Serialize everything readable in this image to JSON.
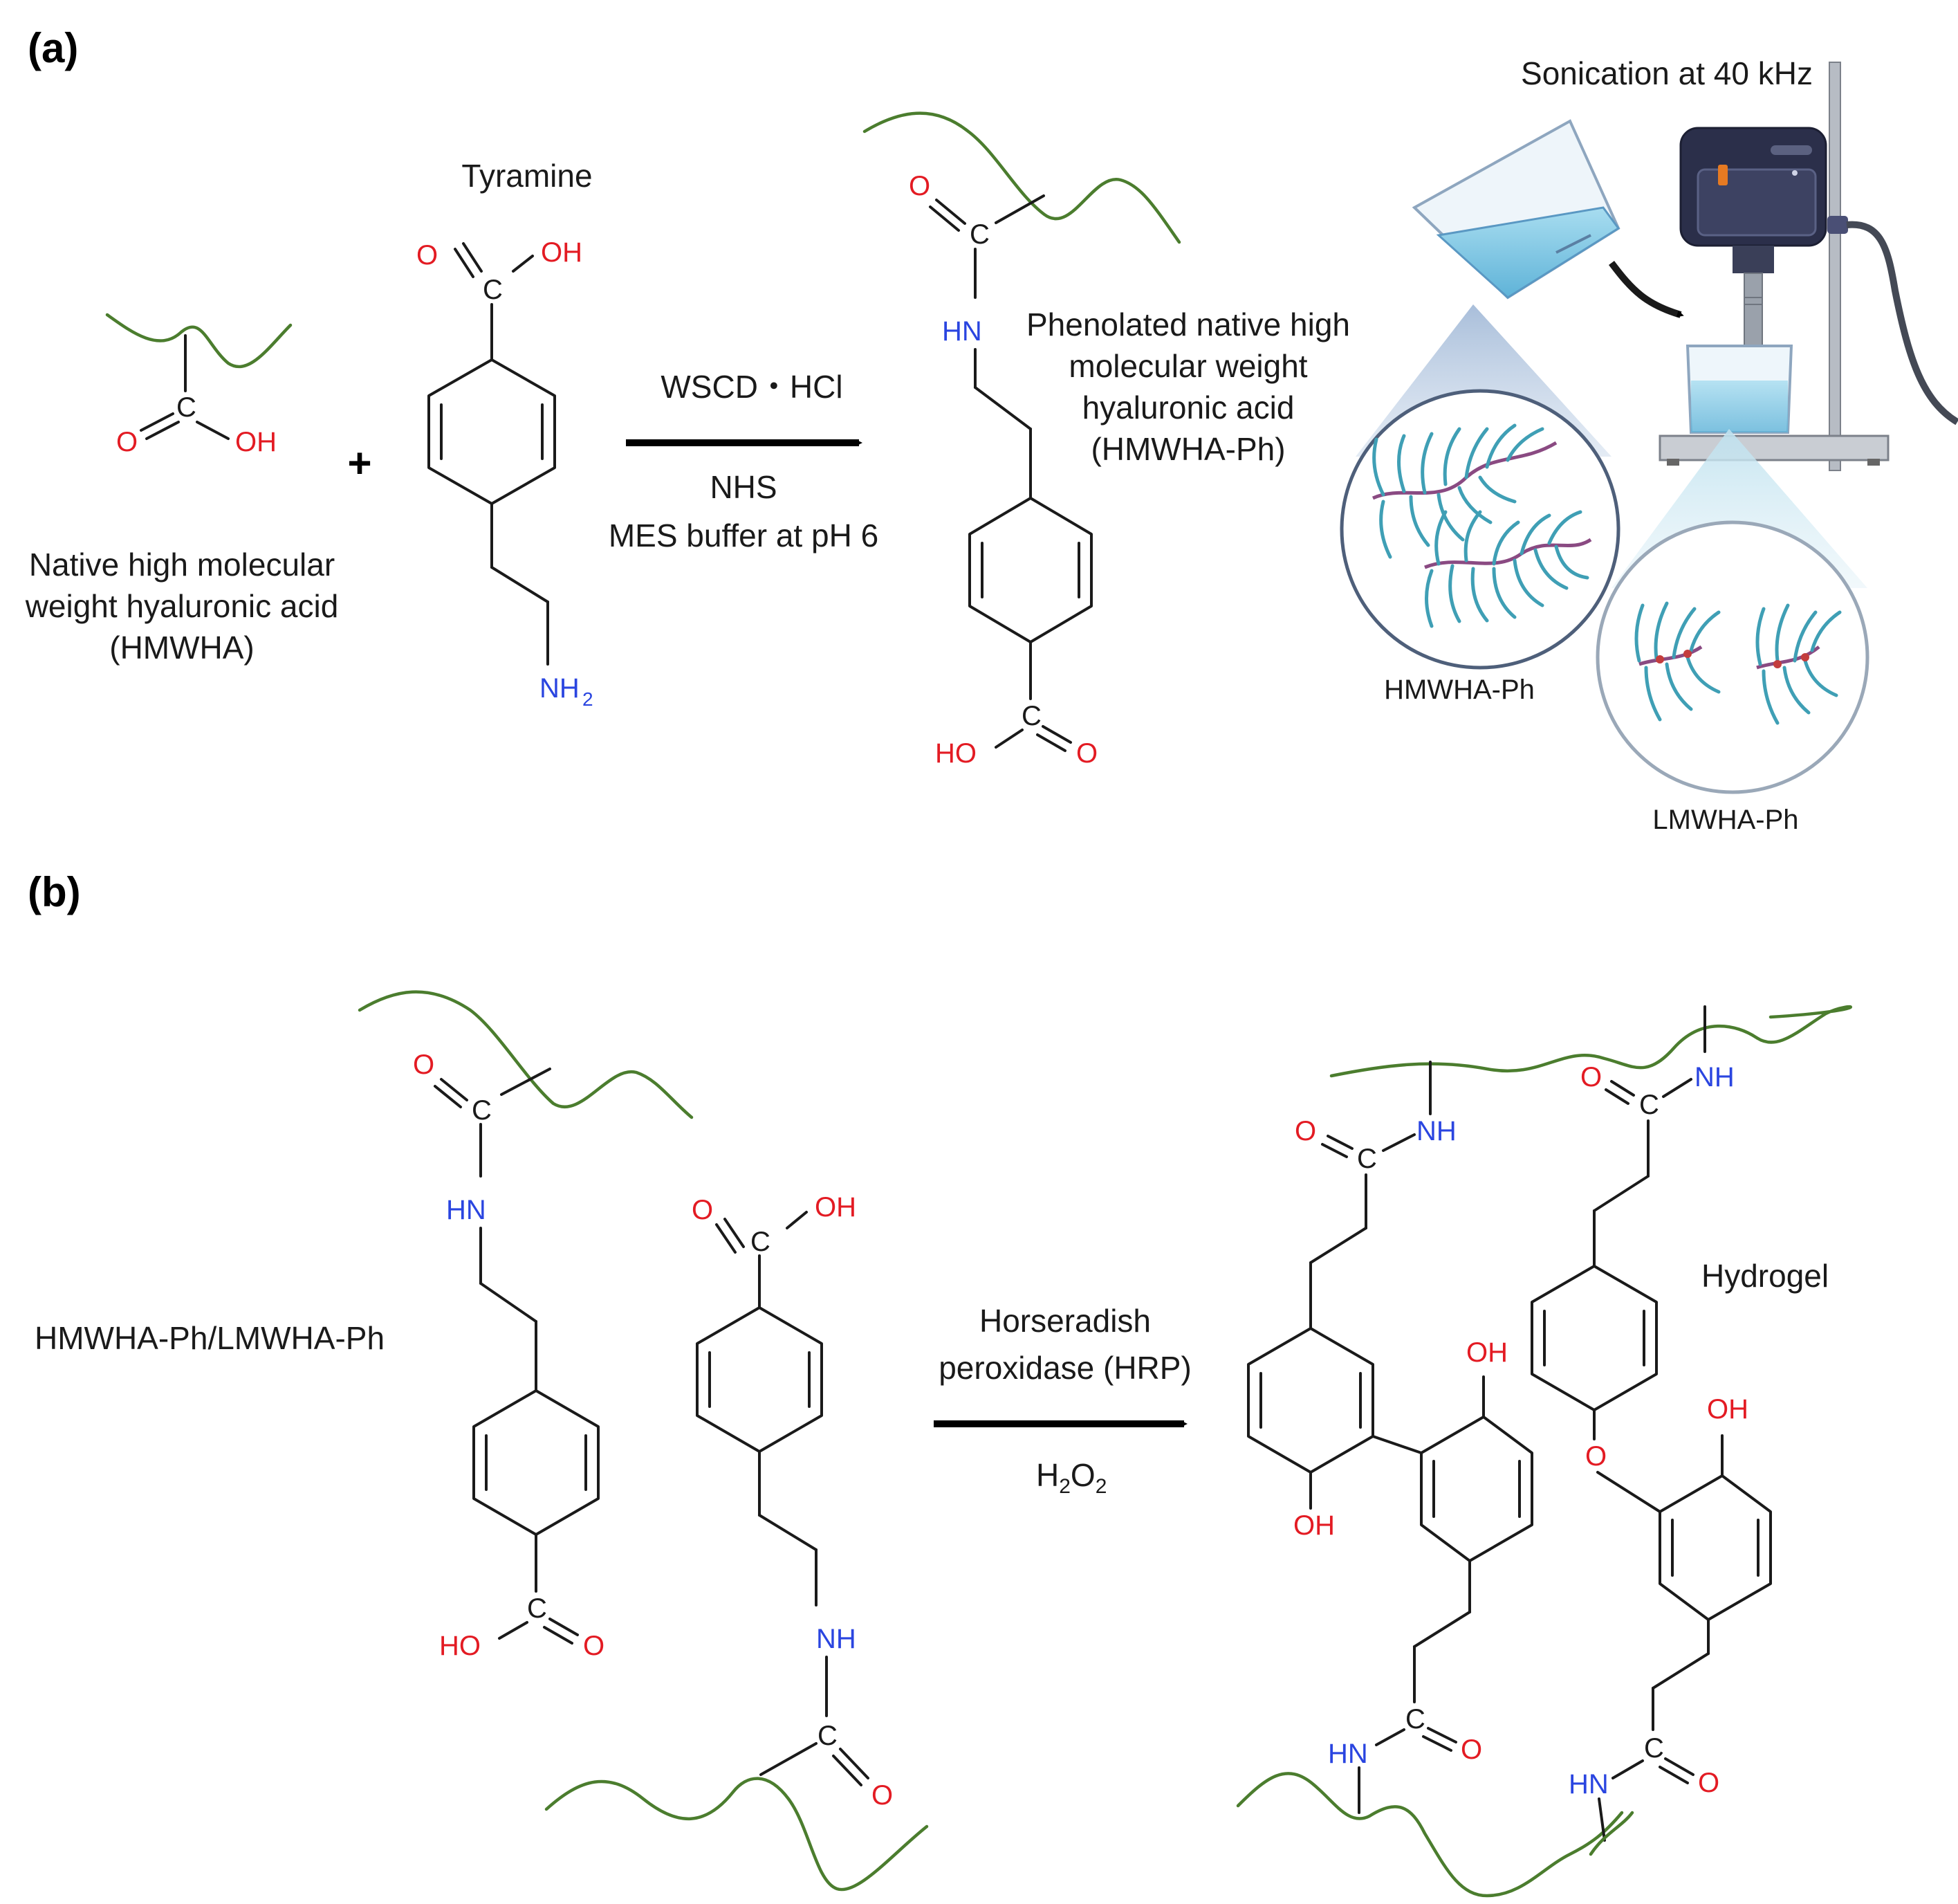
{
  "panels": {
    "a": "(a)",
    "b": "(b)"
  },
  "reaction_a": {
    "hmwha_label": [
      "Native high molecular",
      "weight hyaluronic acid",
      "(HMWHA)"
    ],
    "plus": "+",
    "tyramine_label": "Tyramine",
    "reagent_top": "WSCD・HCl",
    "reagent_bottom": [
      "NHS",
      "MES buffer at pH 6"
    ],
    "product_label": [
      "Phenolated native high",
      "molecular weight",
      "hyaluronic acid",
      "(HMWHA-Ph)"
    ],
    "sonication_label": "Sonication at 40 kHz",
    "circle_left": "HMWHA-Ph",
    "circle_right": "LMWHA-Ph"
  },
  "reaction_b": {
    "reactant_label": "HMWHA-Ph/LMWHA-Ph",
    "enzyme_label": [
      "Horseradish",
      "peroxidase (HRP)"
    ],
    "oxidant": "H2O2",
    "oxidant_base": "H",
    "oxidant_sub1": "2",
    "oxidant_mid": "O",
    "oxidant_sub2": "2",
    "product_label": "Hydrogel"
  },
  "atoms": {
    "C": "C",
    "O": "O",
    "OH": "OH",
    "HO": "HO",
    "HN": "HN",
    "NH": "NH",
    "NH2_base": "NH",
    "NH2_sub": "2"
  },
  "colors": {
    "polymer_chain": "#4b7d2e",
    "oxygen": "#e31b23",
    "nitrogen": "#2a45e0",
    "bond": "#1a1a1a",
    "water": "#7cc3e0",
    "device": "#2b2f4a"
  }
}
